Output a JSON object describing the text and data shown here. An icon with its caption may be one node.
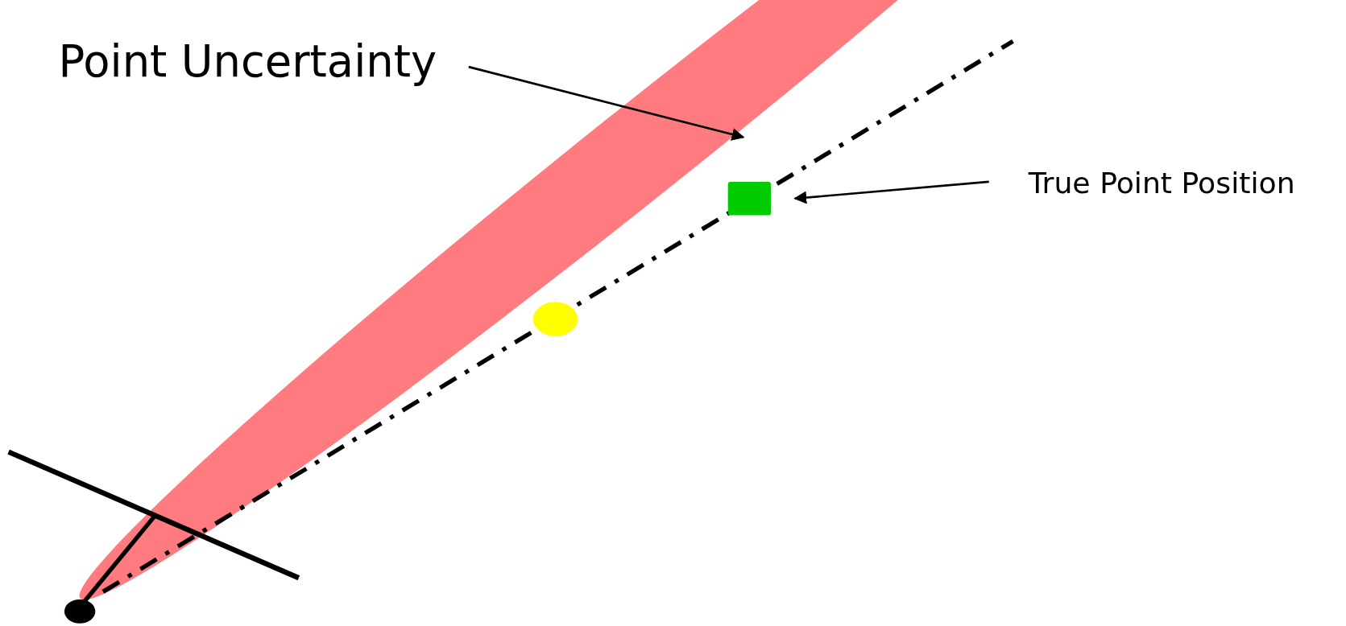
{
  "diagram": {
    "nodes": [
      {
        "text": [
          "Point Uncertainty"
        ]
      },
      {
        "text": [],
        "shape": "ellipse"
      },
      {
        "text": [
          "True Point Position"
        ]
      },
      {
        "text": [],
        "shape": "box"
      }
    ],
    "edges": [
      {
        "from": 0,
        "to": 1,
        "arrow": "to"
      },
      {
        "from": 2,
        "to": 3,
        "arrow": "to"
      }
    ]
  }
}
